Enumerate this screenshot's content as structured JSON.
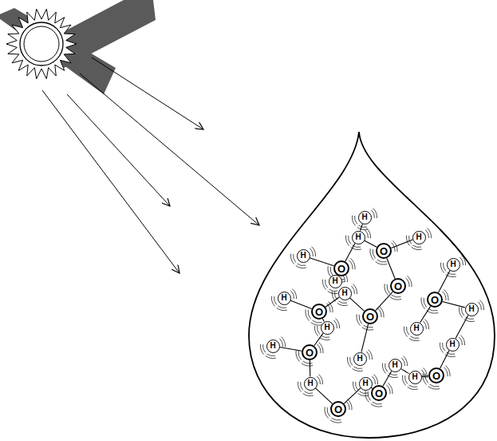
{
  "diagram": {
    "nodes": [
      {
        "text": [
          "H"
        ]
      },
      {
        "text": [
          "H"
        ]
      },
      {
        "text": [
          "O"
        ]
      },
      {
        "text": [
          "H"
        ]
      },
      {
        "text": [
          "H"
        ]
      },
      {
        "text": [
          "O"
        ]
      },
      {
        "text": [
          "H"
        ]
      },
      {
        "text": [
          "H"
        ]
      },
      {
        "text": [
          "O"
        ]
      },
      {
        "text": [
          "H"
        ]
      },
      {
        "text": [
          "H"
        ]
      },
      {
        "text": [
          "O"
        ]
      },
      {
        "text": [
          "O"
        ]
      },
      {
        "text": [
          "O"
        ]
      },
      {
        "text": [
          "H"
        ]
      },
      {
        "text": [
          "H"
        ]
      },
      {
        "text": [
          "H"
        ]
      },
      {
        "text": [
          "H"
        ]
      },
      {
        "text": [
          "H"
        ]
      },
      {
        "text": [
          "O"
        ]
      },
      {
        "text": [
          "H"
        ]
      },
      {
        "text": [
          "H"
        ]
      },
      {
        "text": [
          "H"
        ]
      },
      {
        "text": [
          "O"
        ]
      },
      {
        "text": [
          "H"
        ]
      },
      {
        "text": [
          "H"
        ]
      },
      {
        "text": [
          "O"
        ]
      },
      {
        "text": [
          "O"
        ]
      }
    ],
    "edges": [
      {
        "from": 0,
        "to": 1,
        "arrow": "none"
      },
      {
        "from": 1,
        "to": 2,
        "arrow": "none"
      },
      {
        "from": 2,
        "to": 3,
        "arrow": "none"
      },
      {
        "from": 4,
        "to": 5,
        "arrow": "none"
      },
      {
        "from": 1,
        "to": 5,
        "arrow": "none"
      },
      {
        "from": 5,
        "to": 6,
        "arrow": "none"
      },
      {
        "from": 7,
        "to": 11,
        "arrow": "none"
      },
      {
        "from": 7,
        "to": 12,
        "arrow": "none"
      },
      {
        "from": 12,
        "to": 8,
        "arrow": "none"
      },
      {
        "from": 8,
        "to": 2,
        "arrow": "none"
      },
      {
        "from": 13,
        "to": 9,
        "arrow": "none"
      },
      {
        "from": 13,
        "to": 14,
        "arrow": "none"
      },
      {
        "from": 13,
        "to": 16,
        "arrow": "none"
      },
      {
        "from": 14,
        "to": 17,
        "arrow": "none"
      },
      {
        "from": 10,
        "to": 11,
        "arrow": "none"
      },
      {
        "from": 11,
        "to": 15,
        "arrow": "none"
      },
      {
        "from": 15,
        "to": 19,
        "arrow": "none"
      },
      {
        "from": 18,
        "to": 19,
        "arrow": "none"
      },
      {
        "from": 19,
        "to": 24,
        "arrow": "none"
      },
      {
        "from": 12,
        "to": 20,
        "arrow": "none"
      },
      {
        "from": 21,
        "to": 22,
        "arrow": "none"
      },
      {
        "from": 22,
        "to": 23,
        "arrow": "none"
      },
      {
        "from": 23,
        "to": 17,
        "arrow": "none"
      },
      {
        "from": 26,
        "to": 25,
        "arrow": "none"
      },
      {
        "from": 26,
        "to": 21,
        "arrow": "none"
      },
      {
        "from": 27,
        "to": 24,
        "arrow": "none"
      },
      {
        "from": 27,
        "to": 25,
        "arrow": "none"
      }
    ]
  }
}
